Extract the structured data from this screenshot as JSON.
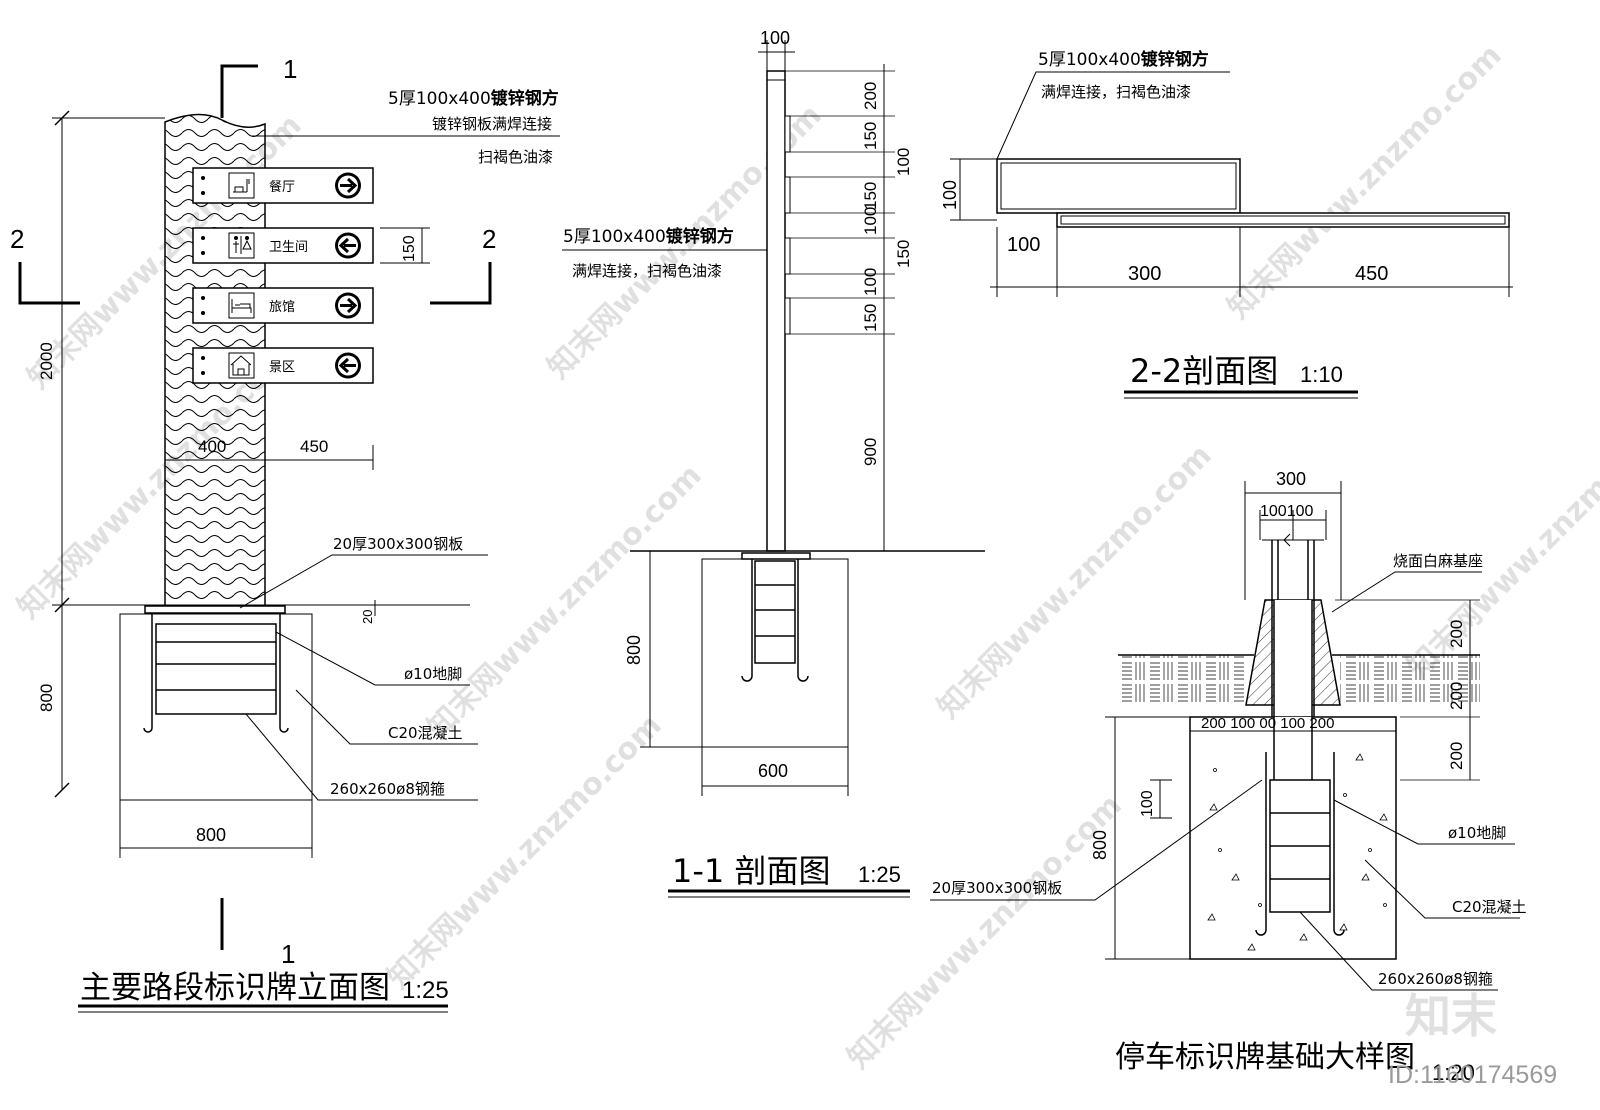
{
  "colors": {
    "line": "#000000",
    "background": "#ffffff",
    "watermark": "#c8c8c8"
  },
  "elevation": {
    "title": "主要路段标识牌立面图",
    "scale": "1:25",
    "section_mark": "1",
    "side_mark": "2",
    "note_tube": "5厚100x400",
    "note_tube_bold": "镀锌钢方",
    "note_weld": "镀锌钢板满焊连接",
    "note_paint": "扫褐色油漆",
    "signs": [
      {
        "label": "餐厅",
        "icon": "restaurant-icon",
        "arrow": "arrow-right-icon"
      },
      {
        "label": "卫生间",
        "icon": "restroom-icon",
        "arrow": "arrow-left-icon"
      },
      {
        "label": "旅馆",
        "icon": "hotel-bed-icon",
        "arrow": "arrow-right-icon"
      },
      {
        "label": "景区",
        "icon": "scenic-area-icon",
        "arrow": "arrow-left-icon"
      }
    ],
    "dims": {
      "height": "2000",
      "base": "800",
      "sign_h": "150",
      "post_w": "400",
      "arm_w": "450",
      "plate_gap": "20",
      "found_w": "800"
    },
    "callouts": {
      "plate": "20厚300x300钢板",
      "anchor": "ø10地脚",
      "concrete": "C20混凝土",
      "stirrup": "260x260ø8钢箍"
    }
  },
  "section11": {
    "title": "1-1 剖面图",
    "scale": "1:25",
    "note_tube": "5厚100x400",
    "note_tube_bold": "镀锌钢方",
    "note_weld": "满焊连接，扫褐色油漆",
    "dims": {
      "top_w": "100",
      "d200": "200",
      "d150a": "150",
      "d100a": "100",
      "d150b": "150",
      "d100b": "100",
      "d150c": "150",
      "d100c": "100",
      "d150d": "150",
      "d900": "900",
      "found_h": "800",
      "found_w": "600"
    }
  },
  "section22": {
    "title": "2-2剖面图",
    "scale": "1:10",
    "note_tube": "5厚100x400",
    "note_tube_bold": "镀锌钢方",
    "note_weld": "满焊连接，扫褐色油漆",
    "dims": {
      "h": "100",
      "w1": "100",
      "w2": "300",
      "w3": "450"
    }
  },
  "foundation": {
    "title": "停车标识牌基础大样图",
    "scale": "1:20",
    "note_base": "烧面白麻基座",
    "dims": {
      "top": "300",
      "pair": "100100",
      "d200a": "200",
      "d200b": "200",
      "d200c": "200",
      "row": "200 100 00 100 200",
      "d100": "100",
      "d800": "800"
    },
    "callouts": {
      "plate": "20厚300x300钢板",
      "anchor": "ø10地脚",
      "concrete": "C20混凝土",
      "stirrup": "260x260ø8钢箍"
    }
  },
  "watermark": {
    "text": "知末网www.znzmo.com",
    "brand": "知末",
    "id": "ID:1160174569"
  }
}
